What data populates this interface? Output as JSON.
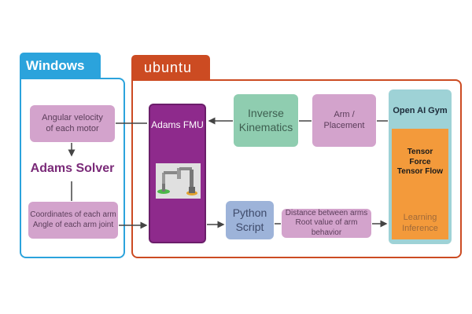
{
  "windows": {
    "label": "Windows",
    "angular_velocity": "Angular velocity of each motor",
    "solver": "Adams Solver",
    "coordinates": "Coordinates of each arm Angle of each arm joint"
  },
  "ubuntu": {
    "label": "ubuntu",
    "adams_fmu": "Adams FMU",
    "inverse_kinematics": "Inverse Kinematics",
    "arm_placement": "Arm / Placement",
    "python_script": "Python Script",
    "distance": "Distance between arms Root value of arm behavior",
    "gym": {
      "title": "Open AI Gym",
      "tensor": "Tensor Force Tensor Flow",
      "learning": "Learning Inference"
    }
  },
  "colors": {
    "windows": "#2ba3dc",
    "ubuntu": "#cc4b22",
    "fmu": "#8e2a8c",
    "pink": "#d3a3cc",
    "green": "#8fcdb0",
    "blue": "#9db3d9",
    "gym": "#9ed2d6",
    "orange": "#f39a3b"
  }
}
